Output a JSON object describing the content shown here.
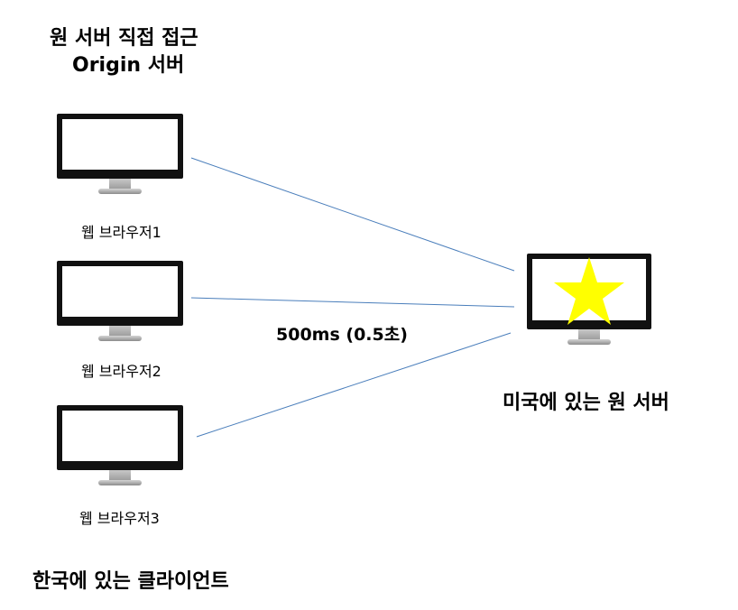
{
  "title": {
    "line1": "원 서버 직접 접근",
    "line2": "Origin 서버"
  },
  "clients": [
    {
      "label": "웹 브라우저1"
    },
    {
      "label": "웹 브라우저2"
    },
    {
      "label": "웹 브라우저3"
    }
  ],
  "client_group_label": "한국에 있는 클라이언트",
  "server": {
    "label": "미국에 있는 원 서버",
    "marker_icon": "star-icon",
    "marker_color": "#ffff00"
  },
  "latency_label": "500ms (0.5초)",
  "colors": {
    "connection_line": "#4a7ebb",
    "monitor_frame": "#111111"
  }
}
